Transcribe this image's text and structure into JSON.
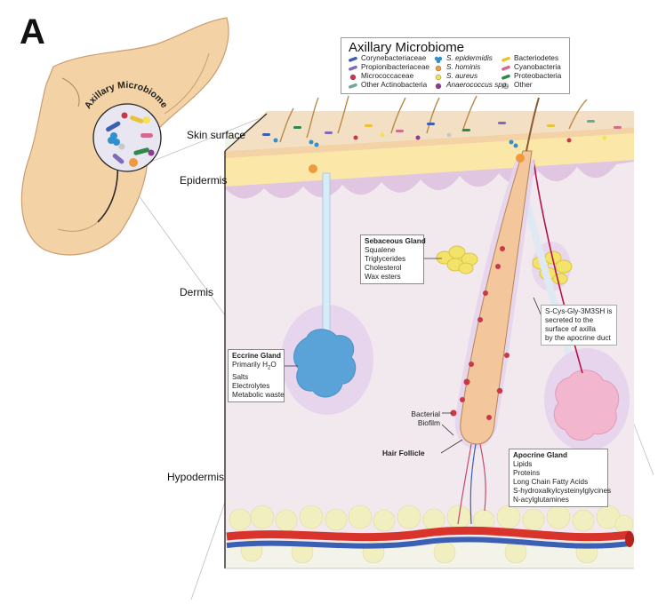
{
  "panel_letter": "A",
  "inset_label": "Axillary Microbiome",
  "legend": {
    "title": "Axillary Microbiome",
    "items": [
      {
        "label": "Corynebacteriaceae",
        "italic": false,
        "color": "#3c5fb3",
        "shape": "rod"
      },
      {
        "label": "S. epidermidis",
        "italic": true,
        "color": "#2f8fcf",
        "shape": "cluster"
      },
      {
        "label": "Bacteriodetes",
        "italic": false,
        "color": "#e8c23a",
        "shape": "rod"
      },
      {
        "label": "Propionibacteriaceae",
        "italic": false,
        "color": "#7f6bb8",
        "shape": "rod"
      },
      {
        "label": "S. hominis",
        "italic": true,
        "color": "#ef9a3c",
        "shape": "coccus"
      },
      {
        "label": "Cyanobacteria",
        "italic": false,
        "color": "#d46a8f",
        "shape": "rod"
      },
      {
        "label": "Micrococcaceae",
        "italic": false,
        "color": "#c8384a",
        "shape": "coccus"
      },
      {
        "label": "S. aureus",
        "italic": true,
        "color": "#f2e15a",
        "shape": "coccus"
      },
      {
        "label": "Proteobacteria",
        "italic": false,
        "color": "#2f8a4a",
        "shape": "rod"
      },
      {
        "label": "Other Actinobacteria",
        "italic": false,
        "color": "#6fa89a",
        "shape": "rod"
      },
      {
        "label": "Anaerococcus spp.",
        "italic": true,
        "color": "#8e3a8e",
        "shape": "coccus"
      },
      {
        "label": "Other",
        "italic": false,
        "color": "#c8c8c8",
        "shape": "coccus"
      }
    ]
  },
  "layers": {
    "skin_surface": "Skin surface",
    "epidermis": "Epidermis",
    "dermis": "Dermis",
    "hypodermis": "Hypodermis"
  },
  "sebaceous": {
    "title": "Sebaceous Gland",
    "lines": [
      "Squalene",
      "Triglycerides",
      "Cholesterol",
      "Wax esters"
    ]
  },
  "eccrine": {
    "title": "Eccrine Gland",
    "line1_pre": "Primarily H",
    "line1_sub": "2",
    "line1_post": "O",
    "lines": [
      "Salts",
      "Electrolytes",
      "Metabolic waste"
    ]
  },
  "apocrine": {
    "title": "Apocrine Gland",
    "lines": [
      "Lipids",
      "Proteins",
      "Long Chain Fatty Acids",
      "S-hydroxalkylcysteinylglycines",
      "N-acylglutamines"
    ]
  },
  "secretion_note": [
    "S-Cys-Gly-3M3SH is",
    "secreted to the",
    "surface of axilla",
    "by the apocrine duct"
  ],
  "bacterial_biofilm": [
    "Bacterial",
    "Biofilm"
  ],
  "hair_follicle": "Hair Follicle",
  "colors": {
    "skin_tan": "#f3d2a6",
    "epidermis_yellow": "#fbe8a8",
    "dermis_pink": "#efe3ee",
    "eccrine_blue": "#5aa3d9",
    "apocrine_pink": "#f2b7cf",
    "sebaceous_yellow": "#f4e36a",
    "artery_red": "#d8342c",
    "vein_blue": "#3a5fb5",
    "fat_yellow": "#f4f0c2"
  }
}
